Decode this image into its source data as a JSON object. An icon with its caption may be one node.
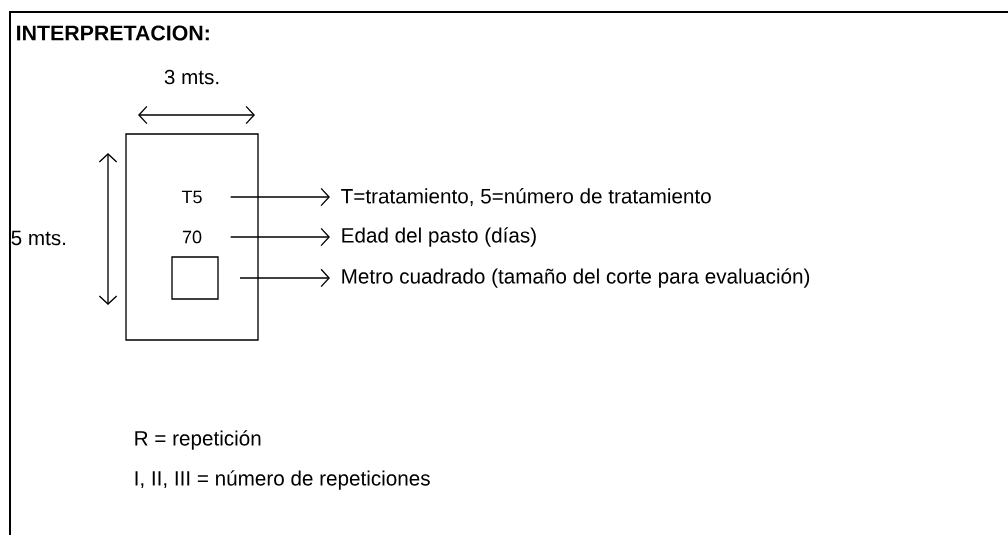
{
  "diagram": {
    "title": "INTERPRETACION:",
    "nodes": [
      {
        "text": [],
        "shape": "box"
      },
      {
        "text": [
          "T5"
        ],
        "in": 0
      },
      {
        "text": [
          "70"
        ],
        "in": 0
      },
      {
        "text": [],
        "shape": "box",
        "in": 0
      },
      {
        "text": [
          "T=tratamiento, 5=número de tratamiento"
        ]
      },
      {
        "text": [
          "Edad del pasto (días)"
        ]
      },
      {
        "text": [
          "Metro cuadrado (tamaño del corte para evaluación)"
        ]
      }
    ],
    "edges": [
      {
        "from": 1,
        "to": 4,
        "arrow": "to"
      },
      {
        "from": 2,
        "to": 5,
        "arrow": "to"
      },
      {
        "from": 3,
        "to": 6,
        "arrow": "to"
      }
    ],
    "labels": [
      "3 mts.",
      "5 mts.",
      "R = repetición",
      "I, II, III = número de repeticiones"
    ]
  }
}
